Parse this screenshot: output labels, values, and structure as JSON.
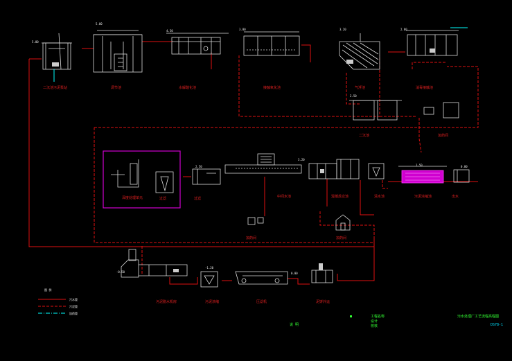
{
  "labels": {
    "s1": "二沉池污泥泵站",
    "s2": "调节池",
    "s3": "水解酸化池",
    "s4": "接触氧化池",
    "s5": "气浮池",
    "s6": "消毒接触池",
    "s7": "二沉池",
    "m1": "深度处理单元",
    "m2": "过滤",
    "m3": "中间水池",
    "m4": "混凝反应池",
    "m5": "清水池",
    "m6": "污泥浓缩池",
    "m7": "出水",
    "b1": "污泥脱水机房",
    "b2": "污泥浓缩",
    "b3": "压滤机",
    "b4": "泥饼外运",
    "pump": "加药间"
  },
  "legend": {
    "title": "图 例",
    "items": [
      "污水管",
      "污泥管",
      "加药管"
    ]
  },
  "notes": {
    "left": "说 明",
    "project_lines": [
      "工程名称",
      "设计",
      "校核"
    ],
    "title_block": "污水处理厂工艺流程高程图",
    "drawing_no": "DS78-1"
  },
  "elevations": [
    "5.00",
    "4.50",
    "3.80",
    "3.20",
    "2.80",
    "2.50",
    "1.50",
    "0.00",
    "-0.50",
    "-1.20"
  ]
}
